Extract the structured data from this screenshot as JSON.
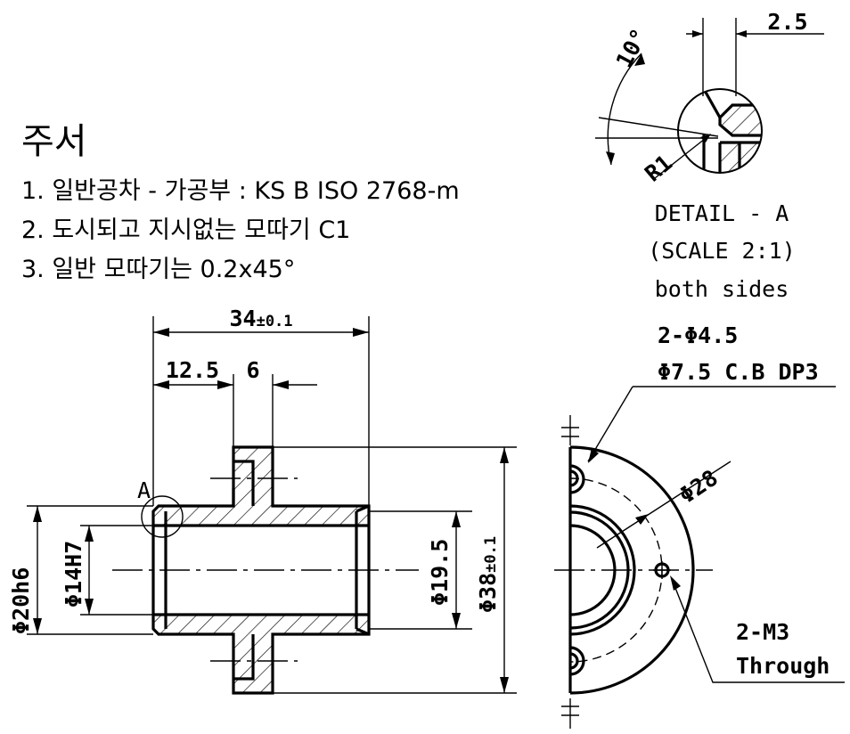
{
  "notes": {
    "title": "주서",
    "items": [
      "1. 일반공차 - 가공부 : KS B ISO 2768-m",
      "2. 도시되고 지시없는 모따기 C1",
      "3. 일반 모따기는 0.2x45°"
    ]
  },
  "detail": {
    "angle": "10°",
    "chamfer_width": "2.5",
    "radius": "R1",
    "title": "DETAIL - A",
    "scale": "(SCALE 2:1)",
    "note": "both sides"
  },
  "section_view": {
    "detail_marker": "A",
    "overall_length": {
      "main": "34",
      "tol": "±0.1"
    },
    "flange_offset": "12.5",
    "flange_width": "6",
    "dia_outer": "Φ20h6",
    "dia_bore": "Φ14H7",
    "dia_bore_end": "Φ19.5",
    "dia_flange": {
      "main": "Φ38",
      "tol": "±0.1"
    }
  },
  "end_view": {
    "cb_callout_line1": "2-Φ4.5",
    "cb_callout_line2": "Φ7.5 C.B DP3",
    "bolt_circle": "Φ28",
    "tap_callout_line1": "2-M3",
    "tap_callout_line2": "Through"
  }
}
